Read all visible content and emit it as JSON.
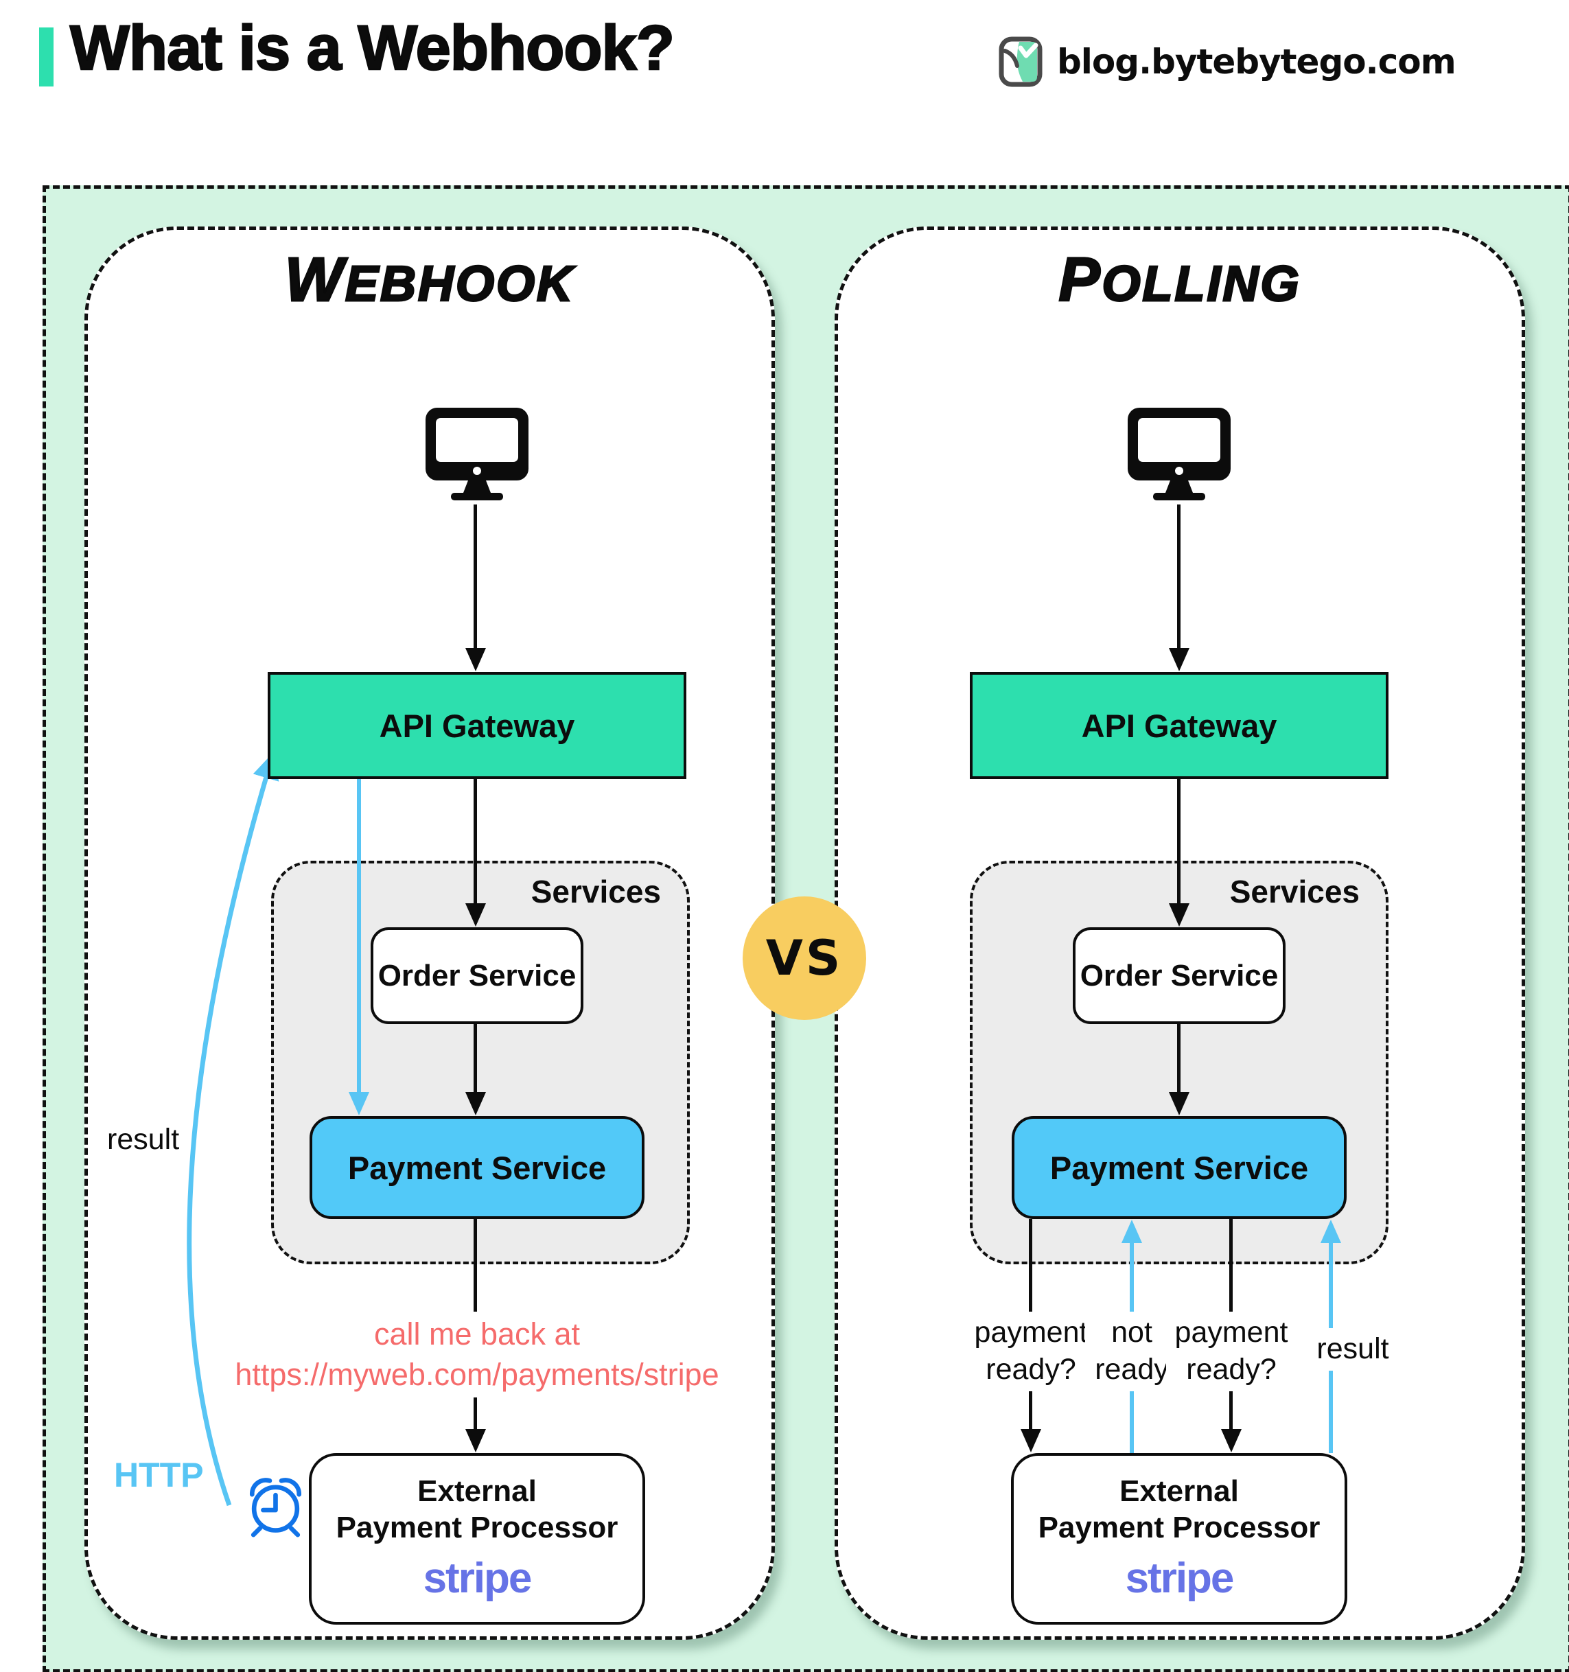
{
  "header": {
    "title": "What is a Webhook?",
    "brand_text": "blog.bytebytego.com"
  },
  "vs_badge": {
    "label": "VS"
  },
  "webhook_panel": {
    "title": "Webhook",
    "client_icon": "desktop-computer",
    "api_gateway": "API Gateway",
    "services_group": "Services",
    "order_service": "Order Service",
    "payment_service": "Payment Service",
    "callback_note": {
      "line1": "call me back at",
      "line2": "https://myweb.com/payments/stripe"
    },
    "external_processor": {
      "line1": "External",
      "line2": "Payment Processor",
      "logo": "stripe"
    },
    "result_label": "result",
    "http_label": "HTTP",
    "timer_icon": "alarm-clock"
  },
  "polling_panel": {
    "title": "Polling",
    "client_icon": "desktop-computer",
    "api_gateway": "API Gateway",
    "services_group": "Services",
    "order_service": "Order Service",
    "payment_service": "Payment Service",
    "poll_exchange": {
      "request1": "payment ready?",
      "response1": "not ready",
      "request2": "payment ready?",
      "response2": "result"
    },
    "external_processor": {
      "line1": "External",
      "line2": "Payment Processor",
      "logo": "stripe"
    }
  },
  "colors": {
    "mint_background": "#d3f4e2",
    "teal_accent": "#2ddfae",
    "payment_blue": "#52c9f8",
    "arrow_blue": "#58c5f4",
    "note_salmon": "#f56b6b",
    "vs_yellow": "#f8cd60",
    "services_gray": "#ececec",
    "stripe_purple": "#6673e6",
    "clock_blue": "#1173e8"
  }
}
